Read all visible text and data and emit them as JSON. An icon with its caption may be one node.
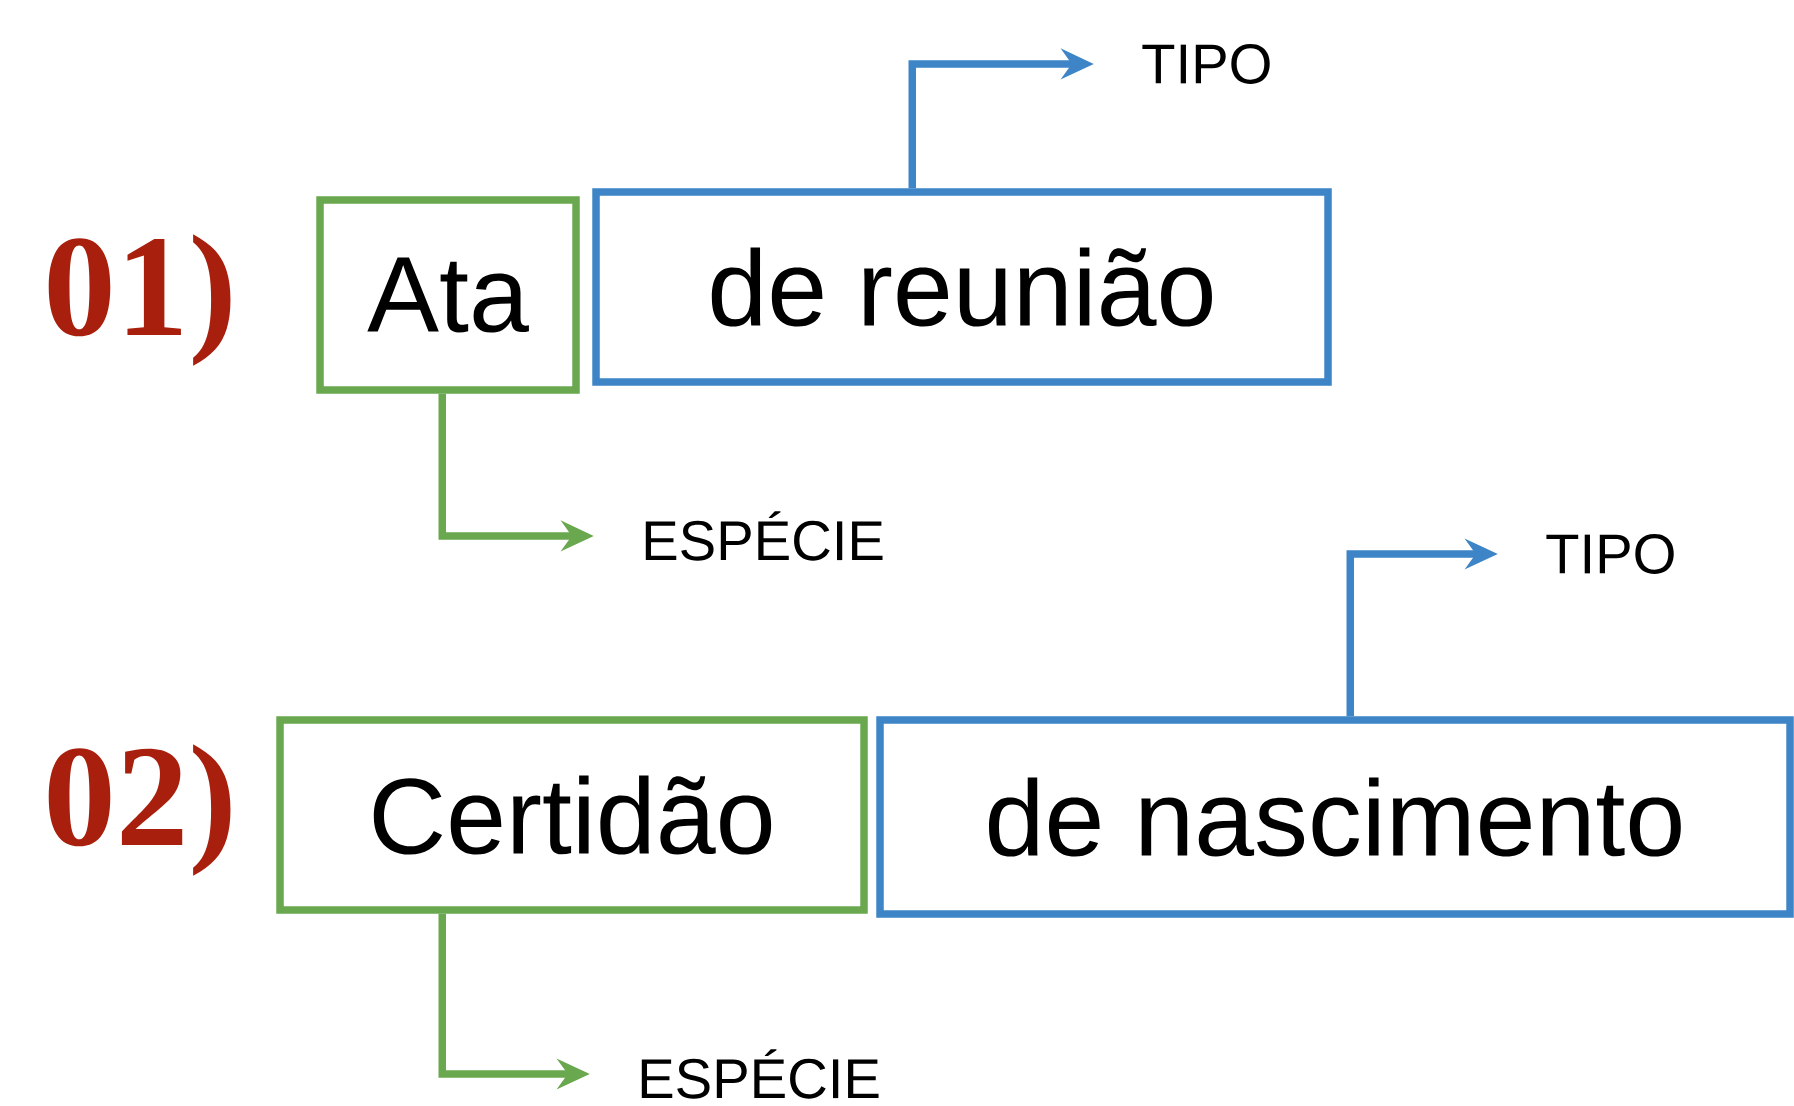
{
  "diagram": {
    "nodes": [
      {
        "text": [
          "Ata"
        ]
      },
      {
        "text": [
          "de reunião"
        ]
      },
      {
        "text": [
          "TIPO"
        ]
      },
      {
        "text": [
          "ESPÉCIE"
        ]
      },
      {
        "text": [
          "Certidão"
        ]
      },
      {
        "text": [
          "de nascimento"
        ]
      },
      {
        "text": [
          "TIPO"
        ]
      },
      {
        "text": [
          "ESPÉCIE"
        ]
      }
    ],
    "edges": [
      {
        "from": 1,
        "to": 2,
        "arrow": "to",
        "color": "#3d85c6"
      },
      {
        "from": 0,
        "to": 3,
        "arrow": "to",
        "color": "#6aa84f"
      },
      {
        "from": 5,
        "to": 6,
        "arrow": "to",
        "color": "#3d85c6"
      },
      {
        "from": 4,
        "to": 7,
        "arrow": "to",
        "color": "#6aa84f"
      }
    ],
    "labels": [
      "01)",
      "02)"
    ]
  }
}
